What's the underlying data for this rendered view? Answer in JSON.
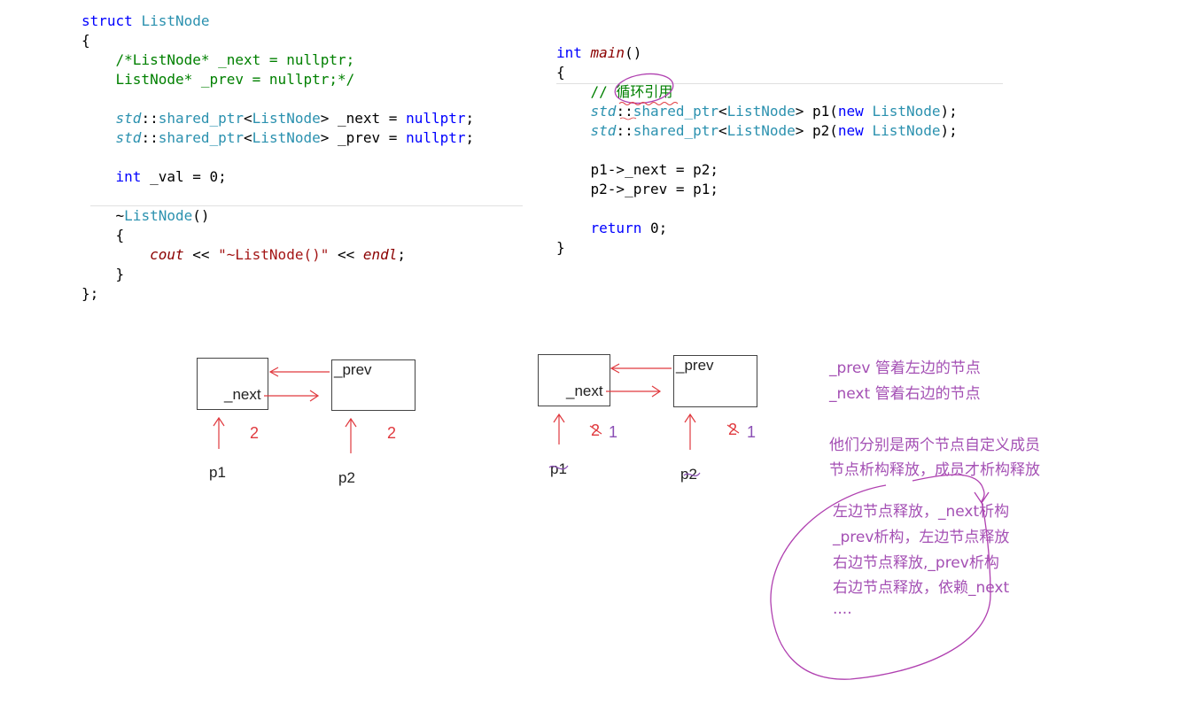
{
  "left_code": {
    "lines": [
      [
        {
          "c": "kw",
          "t": "struct "
        },
        {
          "c": "ty",
          "t": "ListNode"
        }
      ],
      [
        {
          "c": "pl",
          "t": "{"
        }
      ],
      [
        {
          "c": "cm",
          "t": "    /*ListNode* _next = nullptr;"
        }
      ],
      [
        {
          "c": "cm",
          "t": "    ListNode* _prev = nullptr;*/"
        }
      ],
      [
        {
          "c": "pl",
          "t": ""
        }
      ],
      [
        {
          "c": "ns",
          "t": "    std"
        },
        {
          "c": "pl",
          "t": "::"
        },
        {
          "c": "ty",
          "t": "shared_ptr"
        },
        {
          "c": "pl",
          "t": "<"
        },
        {
          "c": "ty",
          "t": "ListNode"
        },
        {
          "c": "pl",
          "t": "> "
        },
        {
          "c": "pl",
          "t": "_next = "
        },
        {
          "c": "kw",
          "t": "nullptr"
        },
        {
          "c": "pl",
          "t": ";"
        }
      ],
      [
        {
          "c": "ns",
          "t": "    std"
        },
        {
          "c": "pl",
          "t": "::"
        },
        {
          "c": "ty",
          "t": "shared_ptr"
        },
        {
          "c": "pl",
          "t": "<"
        },
        {
          "c": "ty",
          "t": "ListNode"
        },
        {
          "c": "pl",
          "t": "> "
        },
        {
          "c": "pl",
          "t": "_prev = "
        },
        {
          "c": "kw",
          "t": "nullptr"
        },
        {
          "c": "pl",
          "t": ";"
        }
      ],
      [
        {
          "c": "pl",
          "t": ""
        }
      ],
      [
        {
          "c": "kw",
          "t": "    int"
        },
        {
          "c": "pl",
          "t": " _val = 0;"
        }
      ],
      [
        {
          "c": "pl",
          "t": ""
        }
      ],
      [
        {
          "c": "pl",
          "t": "    ~"
        },
        {
          "c": "ty",
          "t": "ListNode"
        },
        {
          "c": "pl",
          "t": "()"
        }
      ],
      [
        {
          "c": "pl",
          "t": "    {"
        }
      ],
      [
        {
          "c": "fn2",
          "t": "        cout"
        },
        {
          "c": "pl",
          "t": " << "
        },
        {
          "c": "st",
          "t": "\"~ListNode()\""
        },
        {
          "c": "pl",
          "t": " << "
        },
        {
          "c": "fn2",
          "t": "endl"
        },
        {
          "c": "pl",
          "t": ";"
        }
      ],
      [
        {
          "c": "pl",
          "t": "    }"
        }
      ],
      [
        {
          "c": "pl",
          "t": "};"
        }
      ]
    ]
  },
  "right_code": {
    "lines": [
      [
        {
          "c": "kw",
          "t": "int "
        },
        {
          "c": "fn2",
          "t": "main"
        },
        {
          "c": "pl",
          "t": "()"
        }
      ],
      [
        {
          "c": "pl",
          "t": "{"
        }
      ],
      [
        {
          "c": "cm",
          "t": "    // 循环引用"
        }
      ],
      [
        {
          "c": "ns",
          "t": "    std"
        },
        {
          "c": "pl",
          "t": "::"
        },
        {
          "c": "ty",
          "t": "shared_ptr"
        },
        {
          "c": "pl",
          "t": "<"
        },
        {
          "c": "ty",
          "t": "ListNode"
        },
        {
          "c": "pl",
          "t": "> p1("
        },
        {
          "c": "kw",
          "t": "new "
        },
        {
          "c": "ty",
          "t": "ListNode"
        },
        {
          "c": "pl",
          "t": ");"
        }
      ],
      [
        {
          "c": "ns",
          "t": "    std"
        },
        {
          "c": "pl",
          "t": "::"
        },
        {
          "c": "ty",
          "t": "shared_ptr"
        },
        {
          "c": "pl",
          "t": "<"
        },
        {
          "c": "ty",
          "t": "ListNode"
        },
        {
          "c": "pl",
          "t": "> p2("
        },
        {
          "c": "kw",
          "t": "new "
        },
        {
          "c": "ty",
          "t": "ListNode"
        },
        {
          "c": "pl",
          "t": ");"
        }
      ],
      [
        {
          "c": "pl",
          "t": ""
        }
      ],
      [
        {
          "c": "pl",
          "t": "    p1->_next = p2;"
        }
      ],
      [
        {
          "c": "pl",
          "t": "    p2->_prev = p1;"
        }
      ],
      [
        {
          "c": "pl",
          "t": ""
        }
      ],
      [
        {
          "c": "kw",
          "t": "    return "
        },
        {
          "c": "pl",
          "t": "0;"
        }
      ],
      [
        {
          "c": "pl",
          "t": "}"
        }
      ]
    ]
  },
  "diagram_left": {
    "next_label": "_next",
    "prev_label": "_prev",
    "p1_label": "p1",
    "p2_label": "p2",
    "count1": "2",
    "count2": "2"
  },
  "diagram_right": {
    "next_label": "_next",
    "prev_label": "_prev",
    "p1_label": "p1",
    "p2_label": "p2",
    "count1_old": "2",
    "count1_new": "1",
    "count2_old": "2",
    "count2_new": "1"
  },
  "notes": {
    "line1": "_prev 管着左边的节点",
    "line2": "_next 管着右边的节点",
    "line3": "他们分别是两个节点自定义成员",
    "line4": "节点析构释放，成员才析构释放",
    "line5": "左边节点释放，_next析构",
    "line6": "_prev析构，左边节点释放",
    "line7": "右边节点释放,_prev析构",
    "line8": "右边节点释放，依赖_next",
    "line9": "...."
  },
  "colors": {
    "arrow_red": "#e0393e",
    "annotation_purple": "#a450b4",
    "ink_purple": "#b040b0"
  }
}
